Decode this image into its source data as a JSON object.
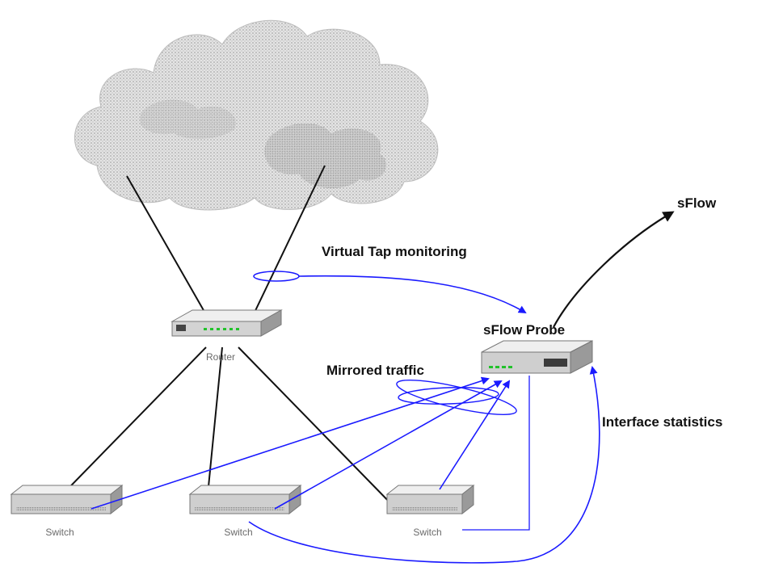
{
  "diagram": {
    "devices": {
      "router": {
        "label": "Router"
      },
      "switch_1": {
        "label": "Switch"
      },
      "switch_2": {
        "label": "Switch"
      },
      "switch_3": {
        "label": "Switch"
      },
      "probe": {
        "label": "sFlow Probe"
      }
    },
    "annotations": {
      "virtual_tap": "Virtual Tap monitoring",
      "mirrored": "Mirrored traffic",
      "interface_stats": "Interface statistics",
      "sflow_out": "sFlow"
    },
    "colors": {
      "cloud": "#d2d2d2",
      "flow_lines": "#1a1aff",
      "links": "#111111",
      "device_body": "#cfcfcf",
      "led": "#22c22b"
    }
  }
}
